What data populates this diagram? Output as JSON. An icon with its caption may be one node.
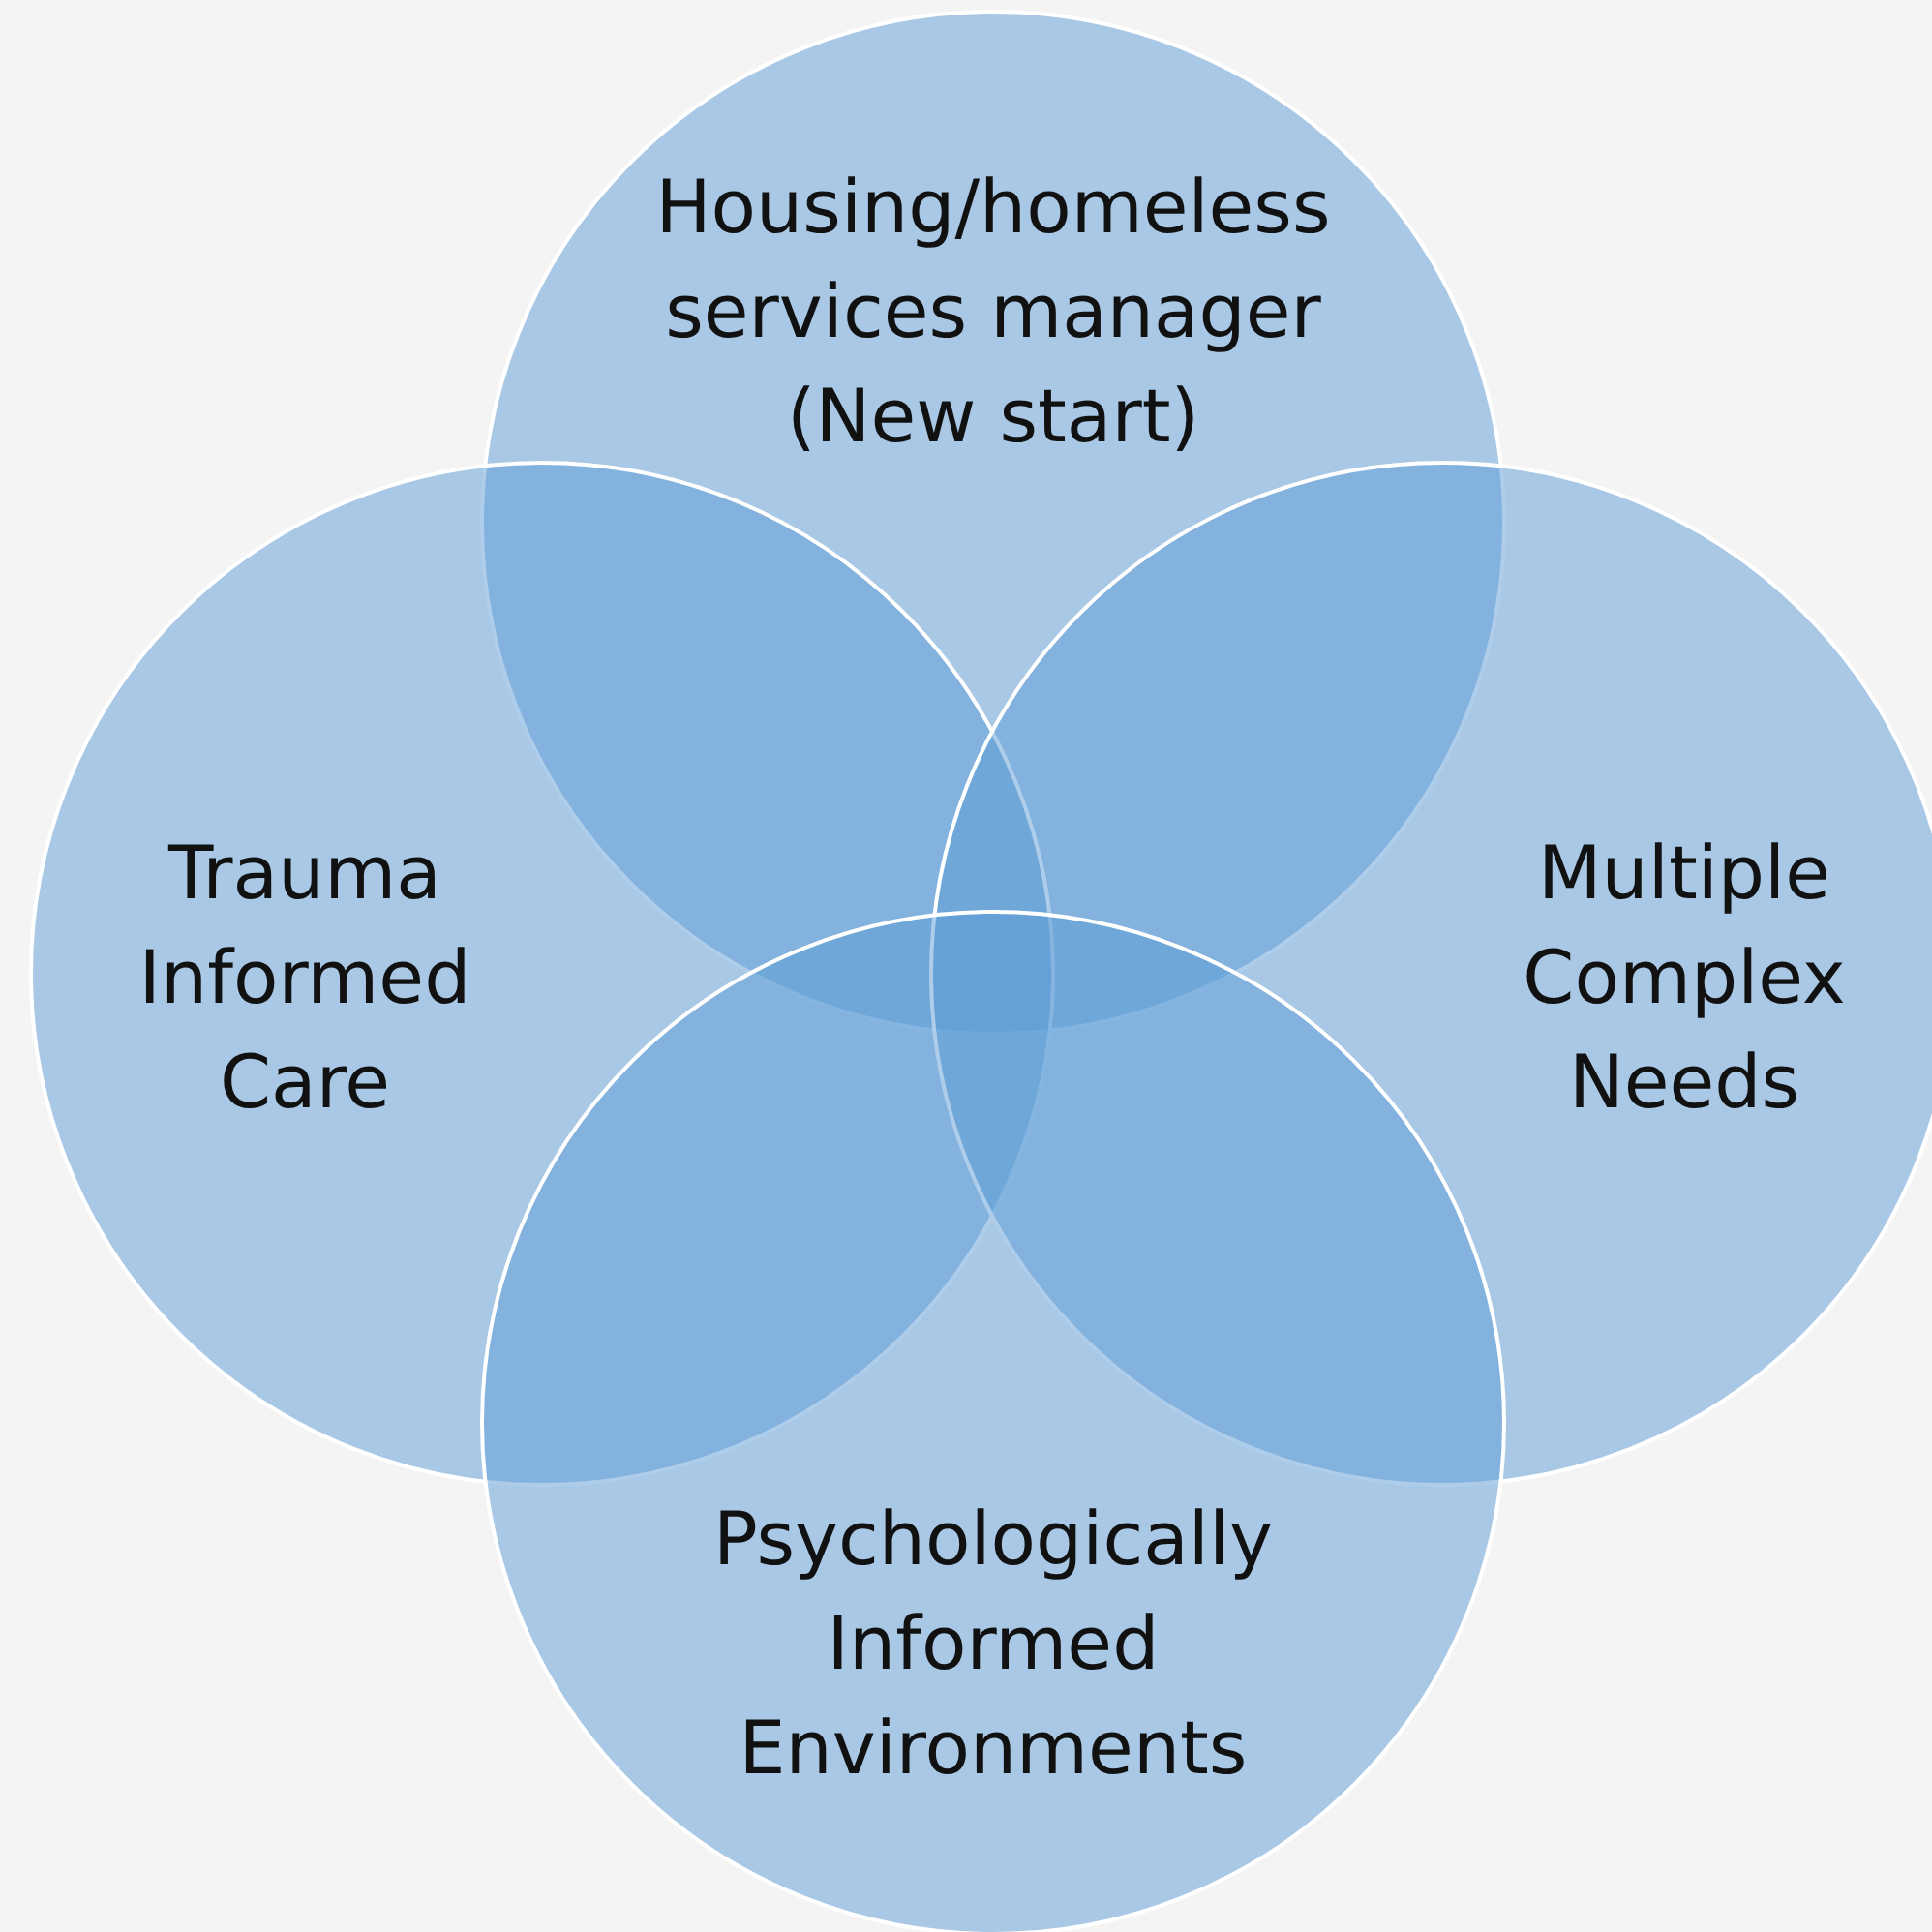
{
  "diagram": {
    "nodes": [
      {
        "text": [
          "Housing/homeless services manager (New start)"
        ]
      },
      {
        "text": [
          "Trauma Informed Care"
        ]
      },
      {
        "text": [
          "Multiple Complex Needs"
        ]
      },
      {
        "text": [
          "Psychologically Informed Environments"
        ]
      }
    ]
  }
}
